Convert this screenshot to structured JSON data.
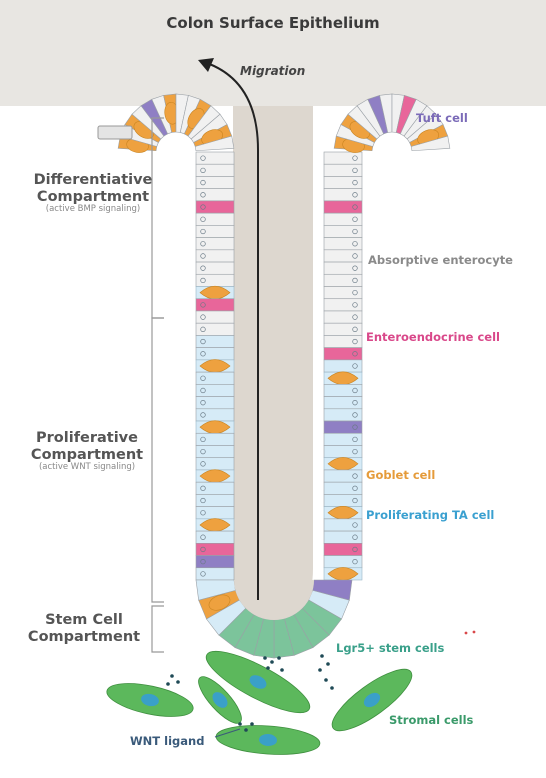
{
  "title": "Colon Surface Epithelium",
  "migration_label": "Migration",
  "compartments": [
    {
      "name": "Differentiative\nCompartment",
      "signal": "(active BMP signaling)"
    },
    {
      "name": "Proliferative\nCompartment",
      "signal": "(active WNT signaling)"
    },
    {
      "name": "Stem Cell\nCompartment",
      "signal": ""
    }
  ],
  "cell_labels": {
    "tuft": "Tuft cell",
    "absorptive": "Absorptive enterocyte",
    "enteroendocrine": "Enteroendocrine cell",
    "goblet": "Goblet cell",
    "ta": "Proliferating TA cell",
    "stem": "Lgr5+ stem cells",
    "stromal": "Stromal cells",
    "wnt": "WNT ligand"
  },
  "colors": {
    "tuft": "#8f7fc4",
    "absorptive": "#f1f1f1",
    "enteroendocrine": "#e8669a",
    "goblet": "#eea13f",
    "ta": "#d6ebf7",
    "stem": "#7cc49b",
    "stromal": "#5cb85c",
    "nucleus": "#3aa0c8",
    "label_gray": "#8a8a8a",
    "label_tuft": "#7b6bb8",
    "label_ee": "#d9488a",
    "label_goblet": "#e59b3a",
    "label_ta": "#3aa0d0",
    "label_stem": "#3aa08a",
    "label_stromal": "#3a9a6a",
    "label_wnt": "#3a5a7a"
  }
}
